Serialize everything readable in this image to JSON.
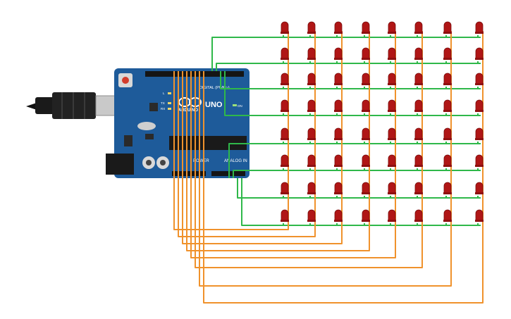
{
  "board": {
    "brand": "ARDUINO",
    "model": "UNO",
    "header_digital": "DIGITAL (PWM~)",
    "header_power": "POWER",
    "header_analog": "ANALOG IN",
    "on_label": "ON",
    "led_labels": [
      "L",
      "TX",
      "RX"
    ],
    "color": "#1e5b9a"
  },
  "led_matrix": {
    "rows": 8,
    "cols": 8,
    "led_color": "#b01616"
  },
  "wire_colors": {
    "row": "#2fb84a",
    "column": "#f0922c"
  }
}
